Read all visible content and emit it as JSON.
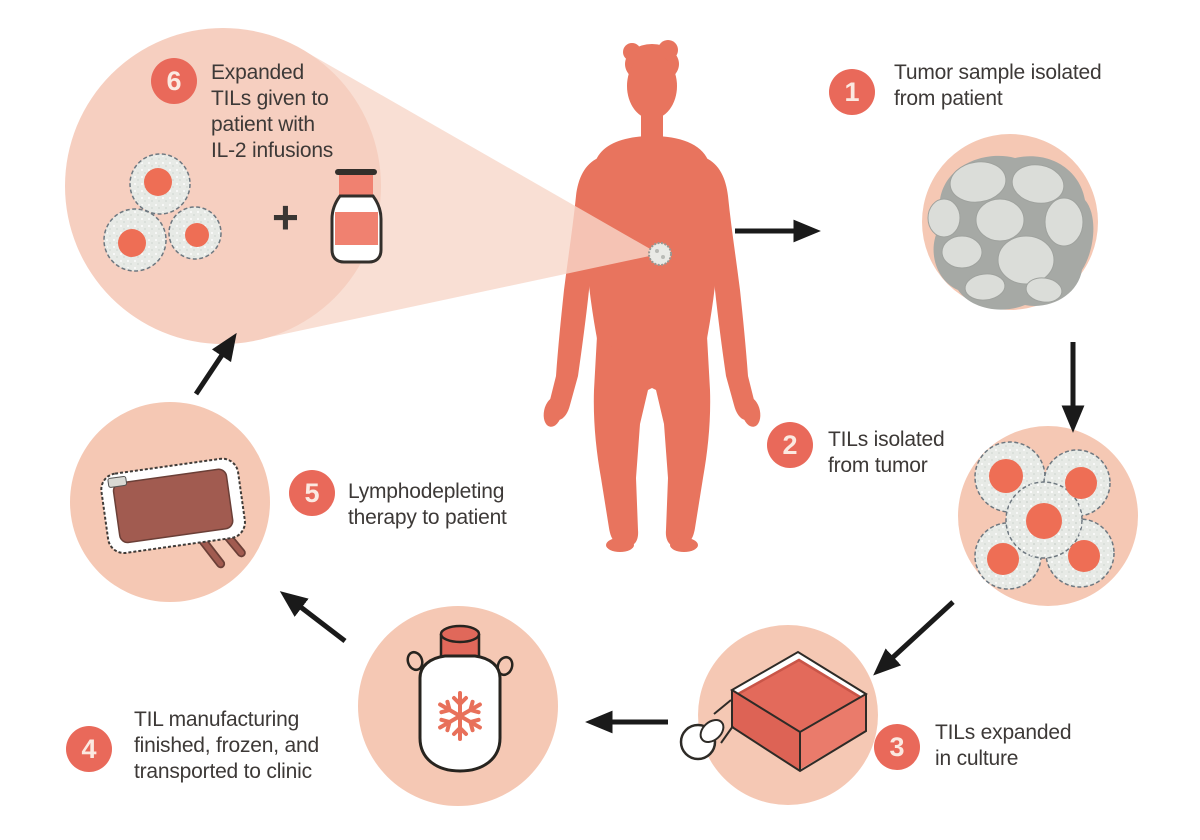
{
  "plus_sign": "+",
  "steps": [
    {
      "number": "1",
      "lines": [
        "Tumor sample isolated",
        "from patient"
      ]
    },
    {
      "number": "2",
      "lines": [
        "TILs isolated",
        "from tumor"
      ]
    },
    {
      "number": "3",
      "lines": [
        "TILs expanded",
        "in culture"
      ]
    },
    {
      "number": "4",
      "lines": [
        "TIL manufacturing",
        "finished, frozen, and",
        "transported to clinic"
      ]
    },
    {
      "number": "5",
      "lines": [
        "Lymphodepleting",
        "therapy to patient"
      ]
    },
    {
      "number": "6",
      "lines": [
        "Expanded",
        "TILs given to",
        "patient with",
        "IL-2 infusions"
      ]
    }
  ],
  "icons": {
    "patient": "patient-body-silhouette",
    "tumor_spot": "tumor-spot-on-abdomen",
    "step1": "tumor-cell-cluster",
    "step2": "til-cells-cluster",
    "step3": "cell-culture-flask",
    "step4": "cryogenic-freezer-container",
    "step4_glyph": "snowflake-icon",
    "step5": "blood-infusion-bag",
    "step6_cells": "expanded-til-cells",
    "step6_vial": "il-2-vial",
    "arrows": "cycle-flow-arrows"
  },
  "colors": {
    "body": "#E8745E",
    "step_circle": "#F5C8B4",
    "balloon": "#F6CFC0",
    "beam": "#F7D7C9",
    "badge": "#E9695A",
    "badge_text": "#FBE9E1",
    "label_text": "#3D3937",
    "arrow": "#1A1A1A",
    "cell_body": "#E7EAE6",
    "cell_nucleus": "#EE6E55",
    "tumor_blob": "#DBDDD9",
    "tumor_matrix": "#A6A9A5",
    "culture_liquid": "#E36A5B",
    "bag_fill": "#A15B50",
    "vial_band": "#F08170"
  }
}
